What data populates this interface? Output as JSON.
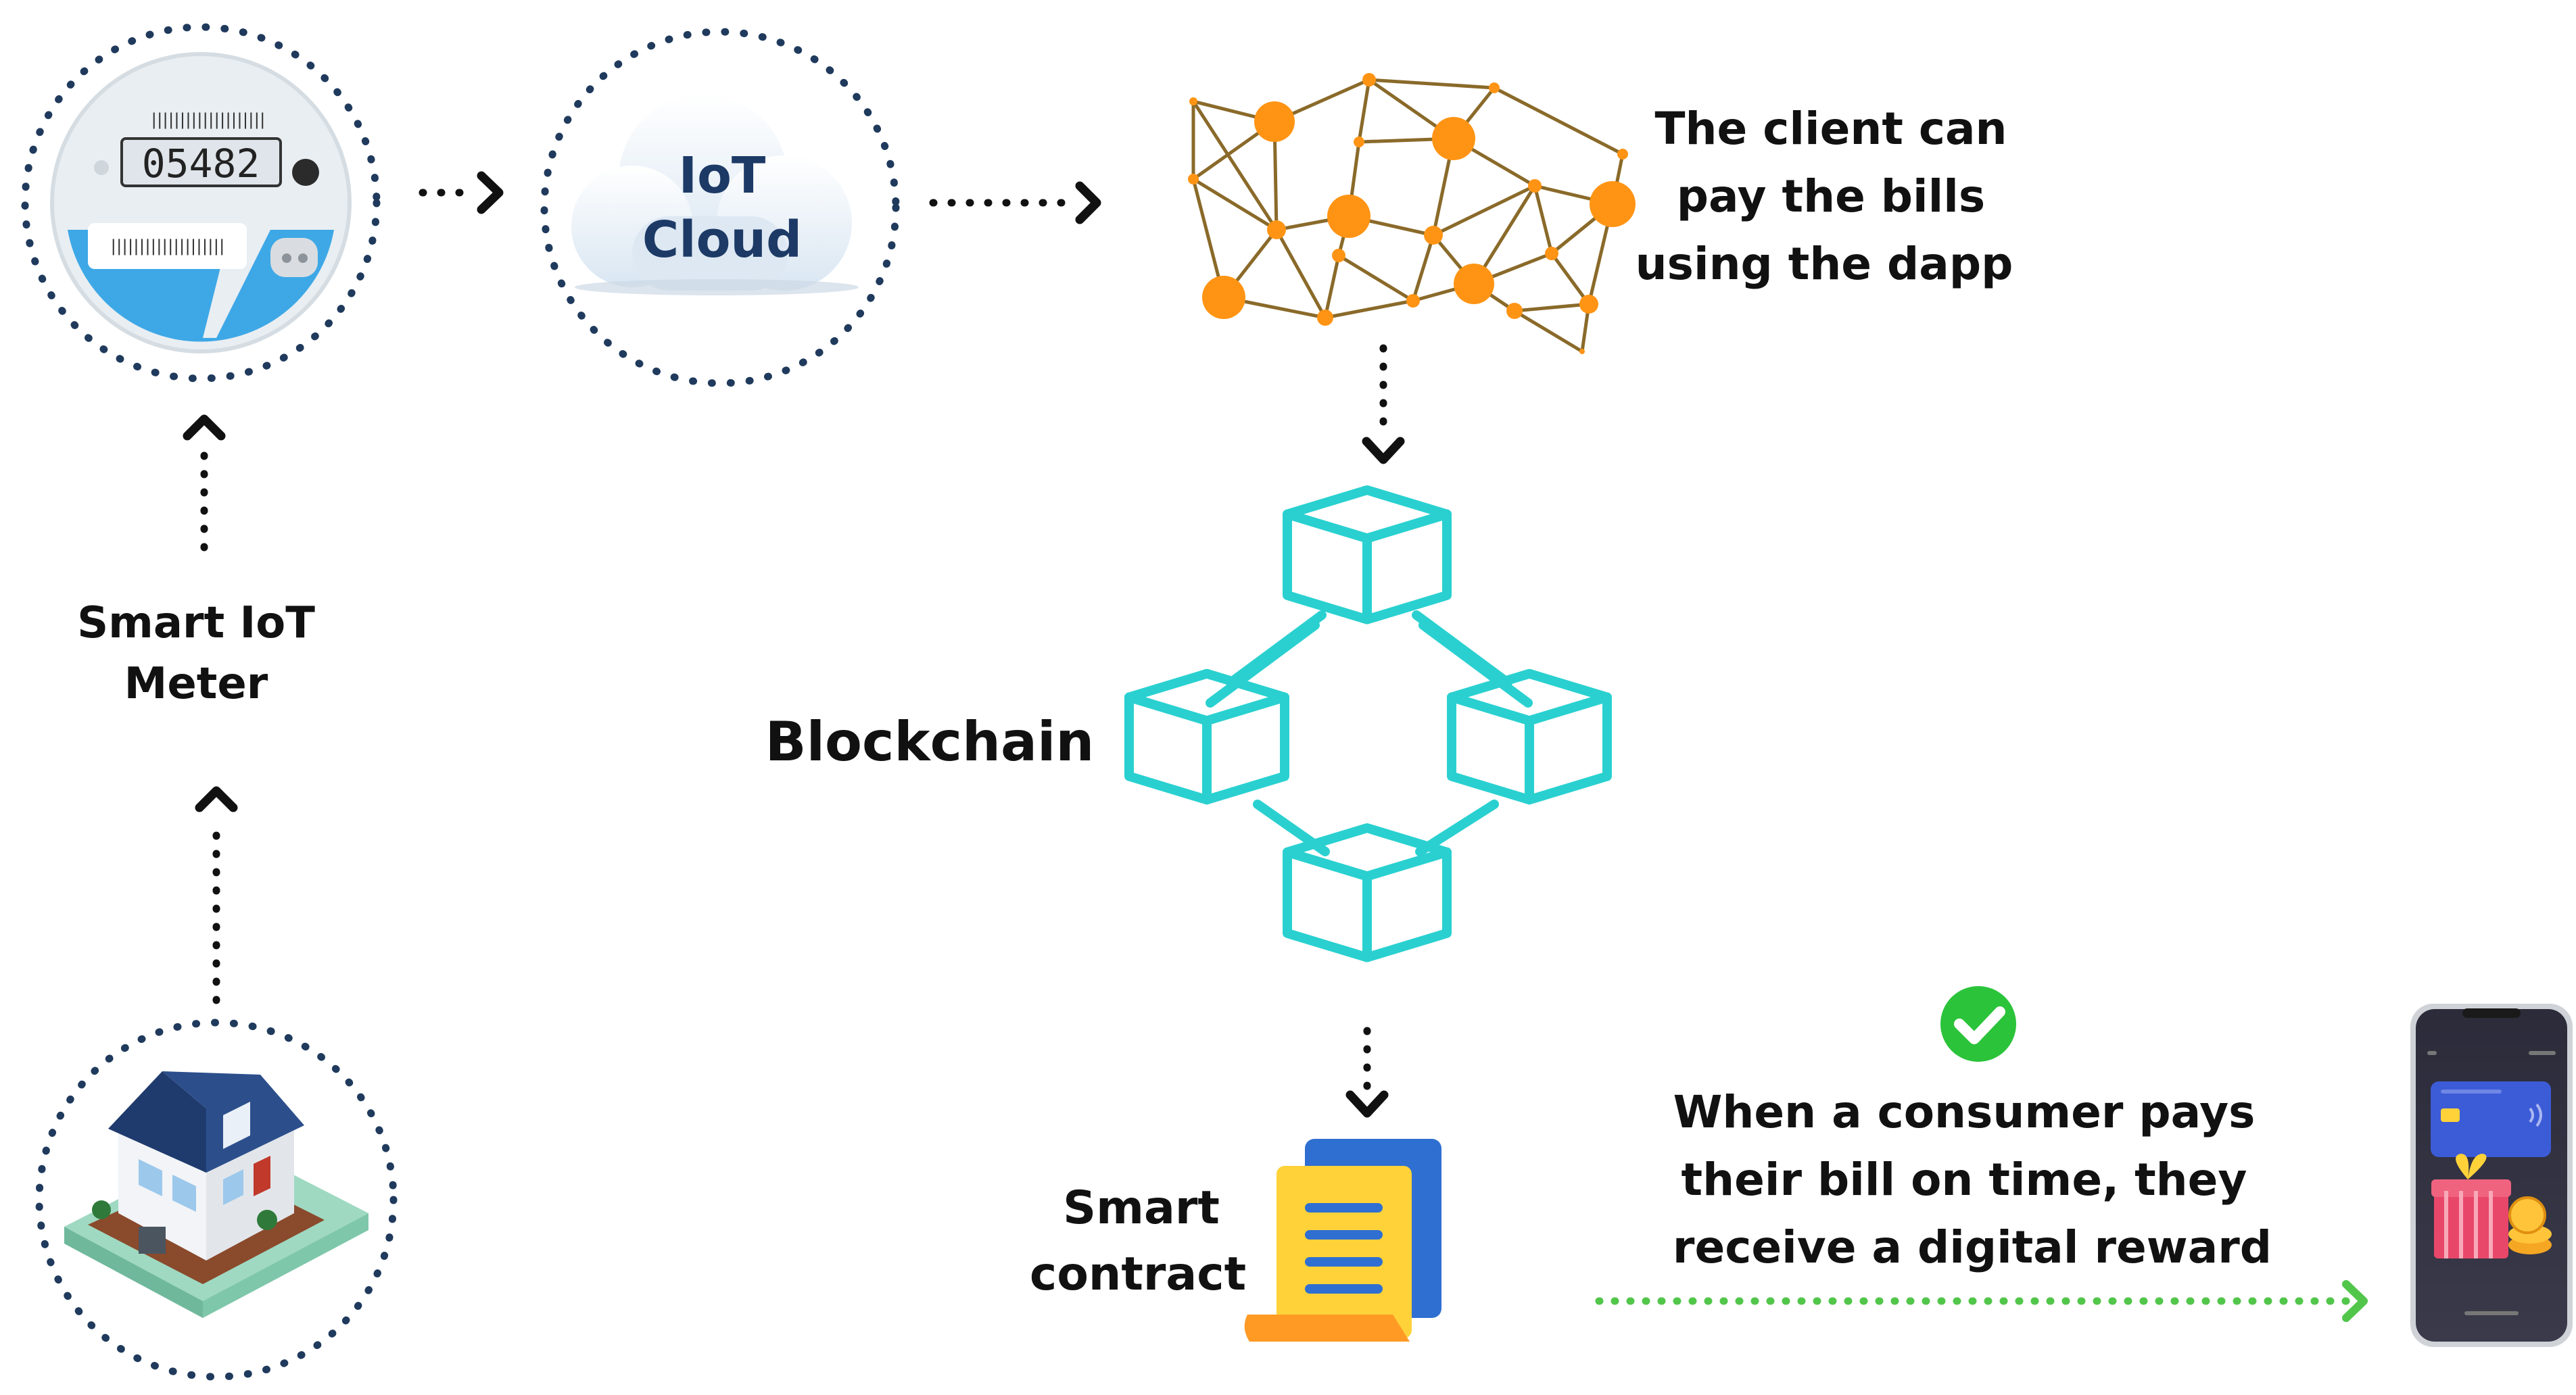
{
  "meter": {
    "barcode_top": "||||||||||||||||||||",
    "reading": "05482",
    "barcode_bottom": "||||||||||||||||||||"
  },
  "cloud": {
    "line1": "IoT",
    "line2": "Cloud"
  },
  "labels": {
    "meter_line1": "Smart IoT",
    "meter_line2": "Meter",
    "dapp_line1": "The client can",
    "dapp_line2": "pay the bills",
    "dapp_line3": "using the dapp",
    "blockchain": "Blockchain",
    "contract_line1": "Smart",
    "contract_line2": "contract",
    "reward_line1": "When a consumer pays",
    "reward_line2": "their bill on time, they",
    "reward_line3": "receive a digital reward"
  },
  "colors": {
    "dotted_ring": "#1f3a5c",
    "arrow": "#111111",
    "reward_arrow": "#52c64a",
    "network_node": "#ff9414",
    "network_edge": "#8a6a2a",
    "blockchain": "#2ad0d0",
    "check": "#2bc33a",
    "house_roof": "#1f3b6e",
    "meter_blue": "#3ea8e6",
    "contract_yellow": "#ffd23a",
    "contract_blue": "#2f6fd1",
    "scroll_orange": "#ff9a24"
  },
  "icons": {
    "meter": "smart-meter-icon",
    "cloud": "cloud-icon",
    "network": "network-icon",
    "blockchain": "blockchain-icon",
    "contract": "contract-document-icon",
    "house": "house-icon",
    "check": "check-circle-icon",
    "phone": "smartphone-wallet-icon"
  }
}
